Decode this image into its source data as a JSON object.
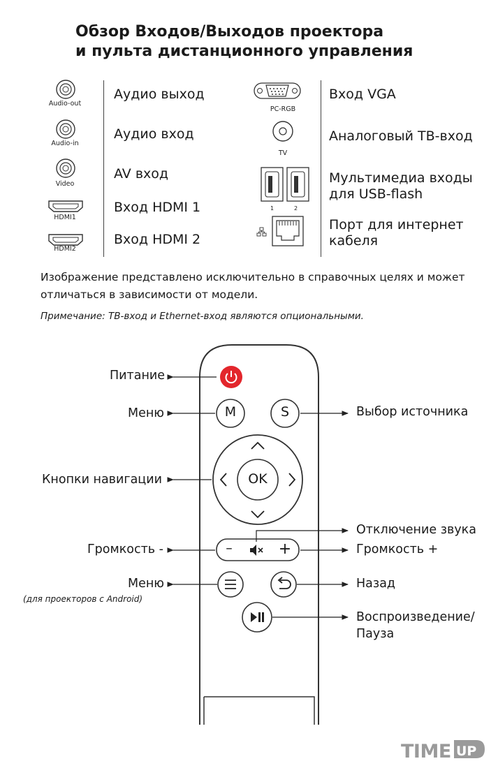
{
  "title": {
    "line1": "Обзор Входов/Выходов проектора",
    "line2": "и пульта дистанционного управления"
  },
  "ports_left": [
    {
      "caption": "Audio-out",
      "label": "Аудио выход",
      "icon": "audio-jack-icon"
    },
    {
      "caption": "Audio-in",
      "label": "Аудио вход",
      "icon": "audio-jack-icon"
    },
    {
      "caption": "Video",
      "label": "AV вход",
      "icon": "video-jack-icon"
    },
    {
      "caption": "HDMI1",
      "label": "Вход HDMI 1",
      "icon": "hdmi-port-icon"
    },
    {
      "caption": "HDMI2",
      "label": "Вход HDMI 2",
      "icon": "hdmi-port-icon"
    }
  ],
  "ports_right": [
    {
      "caption": "PC-RGB",
      "label": "Вход VGA",
      "icon": "vga-port-icon"
    },
    {
      "caption": "TV",
      "label": "Аналоговый ТВ-вход",
      "icon": "tv-antenna-port-icon"
    },
    {
      "caption_1": "1",
      "caption_2": "2",
      "label_line1": "Мультимедиа входы",
      "label_line2": "для USB-flash",
      "icon": "usb-port-icon"
    },
    {
      "label_line1": "Порт для интернет",
      "label_line2": "кабеля",
      "icon": "ethernet-port-icon"
    }
  ],
  "note": {
    "line1": "Изображение представлено исключительно в справочных целях и может",
    "line2": "отличаться в зависимости от модели.",
    "remark": "Примечание: ТВ-вход и Ethernet-вход являются опциональными."
  },
  "remote": {
    "buttons": {
      "m": "M",
      "s": "S",
      "ok": "OK",
      "minus": "–",
      "plus": "+"
    },
    "labels": {
      "power": "Питание",
      "menu": "Меню",
      "source": "Выбор источника",
      "navigation": "Кнопки навигации",
      "mute": "Отключение звука",
      "vol_down": "Громкость -",
      "vol_up": "Громкость +",
      "android_menu": "Меню",
      "android_menu_note": "(для проекторов с Android)",
      "back": "Назад",
      "play_line1": "Воспроизведение/",
      "play_line2": "Пауза"
    },
    "colors": {
      "power": "#e3262c",
      "outline": "#333333"
    }
  },
  "logo": {
    "text": "TIMEUP"
  }
}
